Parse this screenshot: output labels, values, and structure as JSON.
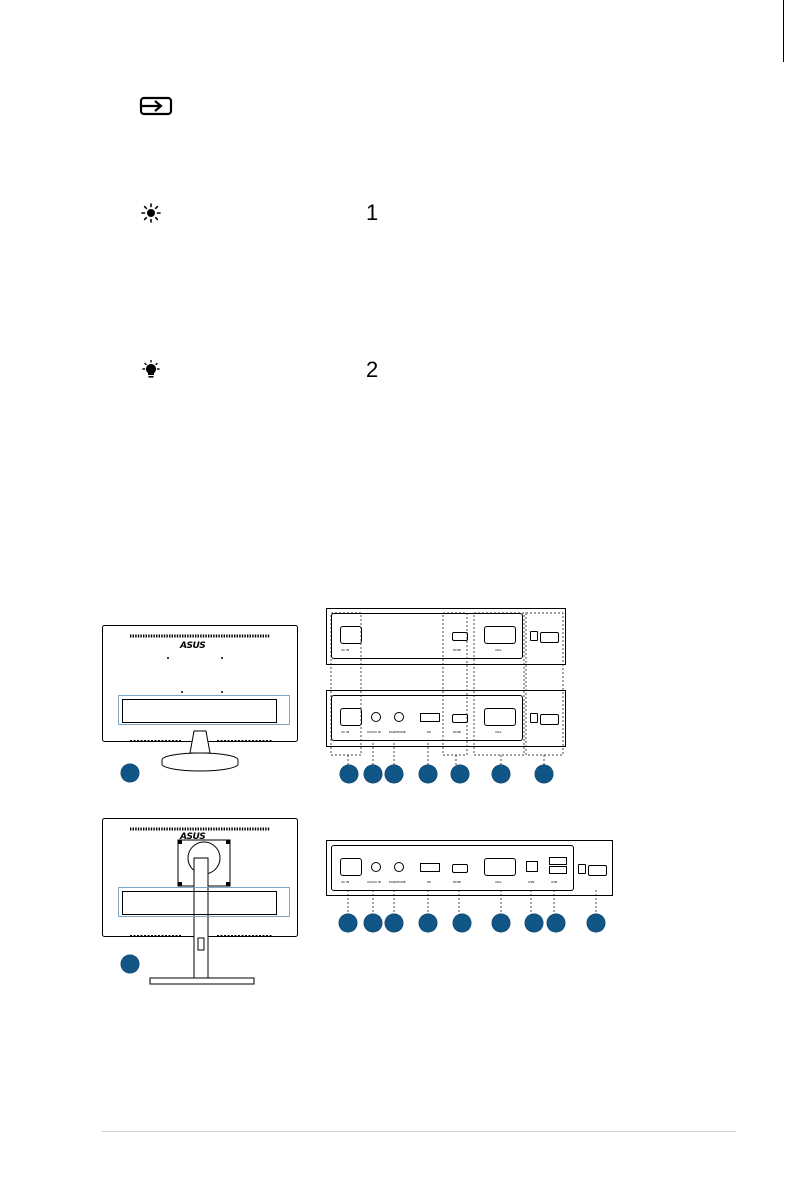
{
  "steps": [
    {
      "number": "1"
    },
    {
      "number": "2"
    }
  ],
  "icons": {
    "input": "input-select-icon",
    "brightness": "brightness-icon",
    "bulb": "bulb-icon"
  },
  "brand": "ASUS",
  "rear_panel_a": {
    "ports_top": [
      "AC IN",
      "HDMI",
      "VGA"
    ],
    "ports_bottom": [
      "AC IN",
      "AUDIO IN",
      "EARPHONE",
      "DP",
      "HDMI",
      "VGA"
    ]
  },
  "rear_panel_b": {
    "ports": [
      "AC IN",
      "AUDIO IN",
      "EARPHONE",
      "DP",
      "HDMI",
      "VGA",
      "USB",
      "USB"
    ]
  },
  "colors": {
    "badge": "#0f5586",
    "outline": "#000000",
    "frame": "#9a9a9a"
  }
}
